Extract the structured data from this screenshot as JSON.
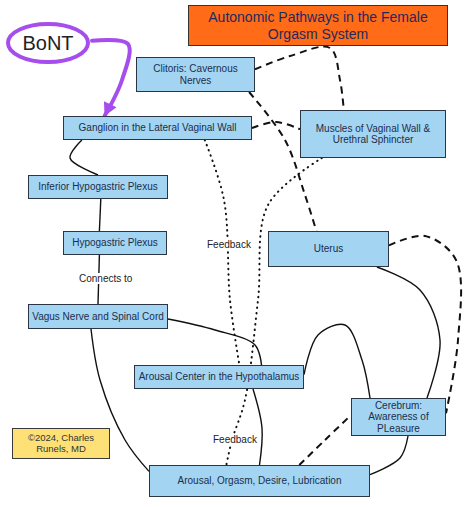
{
  "diagram": {
    "title": "Autonomic Pathways in the Female Orgasm System",
    "nodes": [
      {
        "text": [
          "BoNT"
        ]
      },
      {
        "text": [
          "Clitoris: Cavernous Nerves"
        ]
      },
      {
        "text": [
          "Ganglion in the Lateral Vaginal Wall"
        ]
      },
      {
        "text": [
          "Muscles of Vaginal Wall & Urethral Sphincter"
        ]
      },
      {
        "text": [
          "Inferior Hypogastric Plexus"
        ]
      },
      {
        "text": [
          "Hypogastric Plexus"
        ]
      },
      {
        "text": [
          "Uterus"
        ]
      },
      {
        "text": [
          "Vagus Nerve and Spinal Cord"
        ]
      },
      {
        "text": [
          "Arousal Center in the Hypothalamus"
        ]
      },
      {
        "text": [
          "Cerebrum: Awareness of PLeasure"
        ]
      },
      {
        "text": [
          "©2024, Charles Runels, MD"
        ]
      },
      {
        "text": [
          "Arousal, Orgasm, Desire, Lubrication"
        ]
      }
    ],
    "edges": [
      {
        "from": 0,
        "to": 2,
        "arrow": "to"
      },
      {
        "from": 2,
        "to": 4,
        "arrow": "none"
      },
      {
        "from": 4,
        "to": 5,
        "arrow": "none"
      },
      {
        "from": 5,
        "to": 7,
        "label": "Connects to",
        "arrow": "none"
      },
      {
        "from": 7,
        "to": 8,
        "arrow": "none"
      },
      {
        "from": 7,
        "to": 11,
        "arrow": "none"
      },
      {
        "from": 8,
        "to": 11,
        "arrow": "none"
      },
      {
        "from": 8,
        "to": 9,
        "arrow": "none"
      },
      {
        "from": 9,
        "to": 11,
        "arrow": "none"
      },
      {
        "from": 6,
        "to": 9,
        "arrow": "none"
      },
      {
        "from": 1,
        "to": 3,
        "arrow": "none"
      },
      {
        "from": 2,
        "to": 3,
        "arrow": "none"
      },
      {
        "from": 1,
        "to": 6,
        "arrow": "none"
      },
      {
        "from": 6,
        "to": 9,
        "arrow": "none"
      },
      {
        "from": 2,
        "to": 8,
        "label": "Feedback",
        "arrow": "none"
      },
      {
        "from": 3,
        "to": 11,
        "label": "Feedback",
        "arrow": "none"
      },
      {
        "from": 11,
        "to": 9,
        "arrow": "none"
      }
    ]
  }
}
